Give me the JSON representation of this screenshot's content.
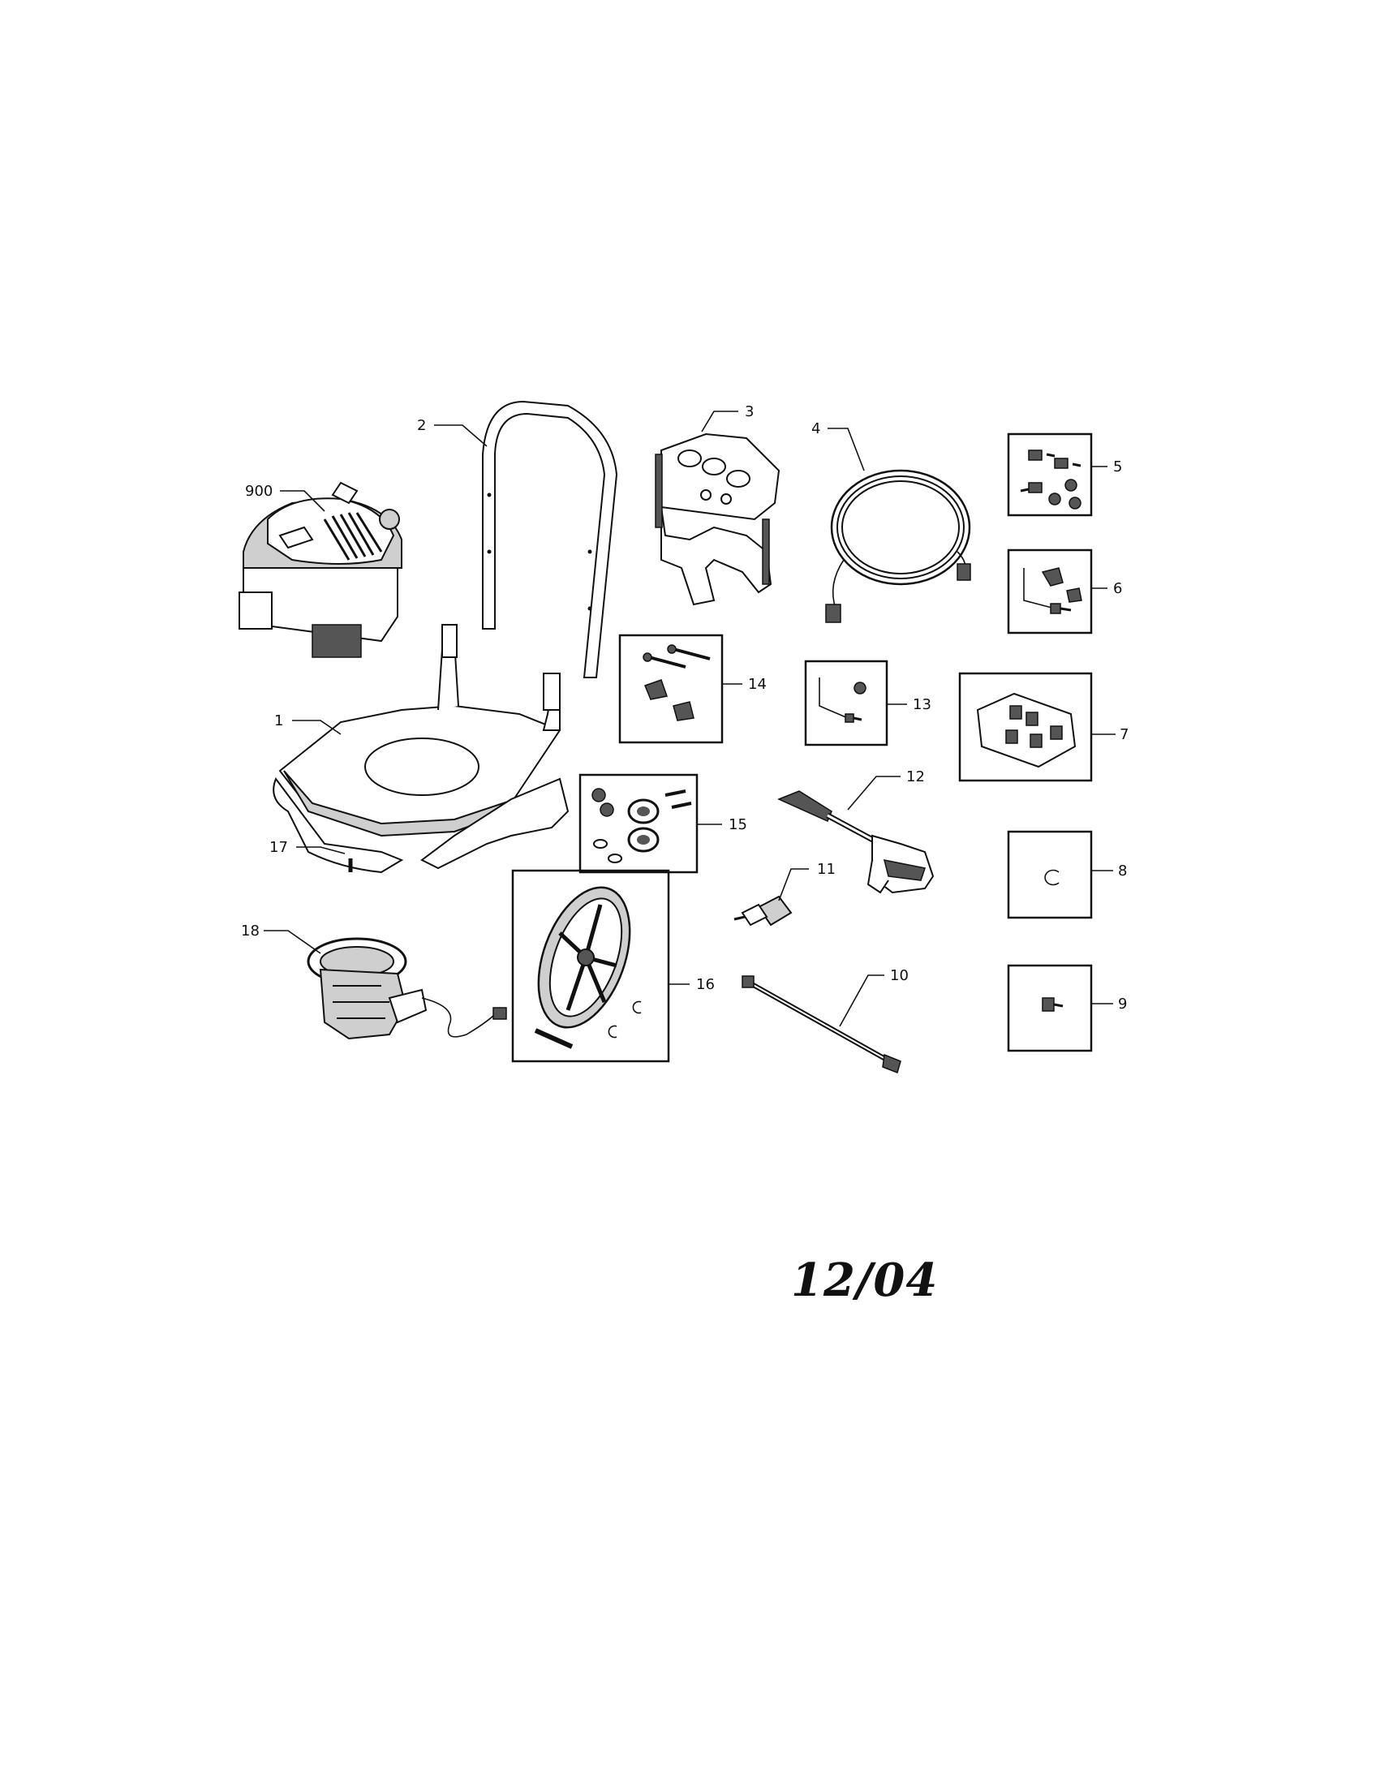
{
  "callouts": {
    "c900": "900",
    "c1": "1",
    "c2": "2",
    "c3": "3",
    "c4": "4",
    "c5": "5",
    "c6": "6",
    "c7": "7",
    "c8": "8",
    "c9": "9",
    "c10": "10",
    "c11": "11",
    "c12": "12",
    "c13": "13",
    "c14": "14",
    "c15": "15",
    "c16": "16",
    "c17": "17",
    "c18": "18"
  },
  "date_stamp": "12/04"
}
